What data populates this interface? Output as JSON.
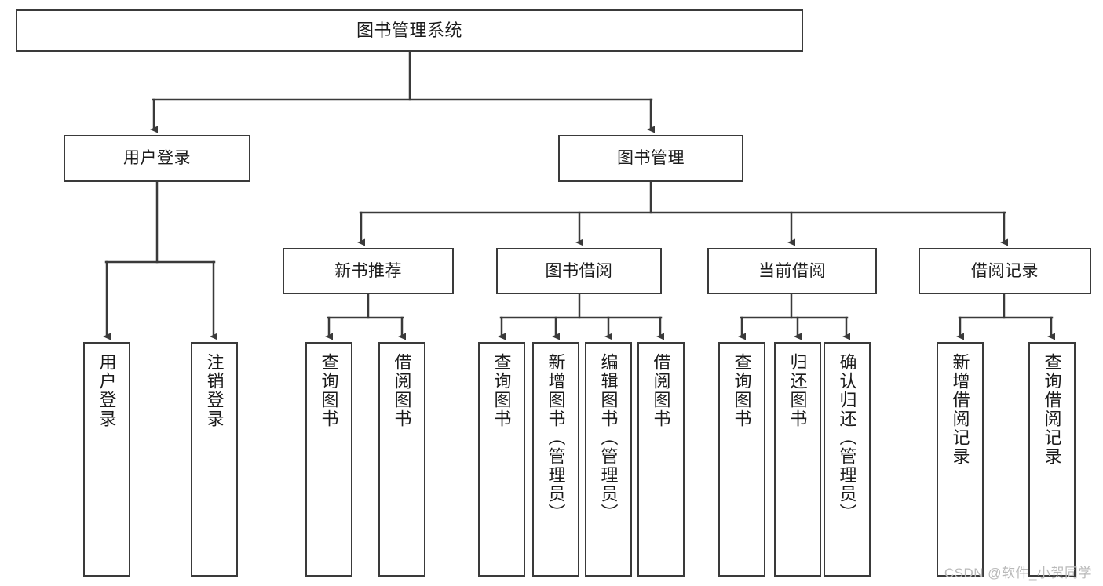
{
  "diagram": {
    "title": "图书管理系统",
    "type": "hierarchy-tree",
    "colors": {
      "box_border": "#3a3a3a",
      "connector": "#3a3a3a",
      "background": "#ffffff",
      "watermark": "#b9b9b9"
    },
    "root": {
      "label": "图书管理系统",
      "orientation": "horizontal"
    },
    "level1": [
      {
        "label": "用户登录",
        "orientation": "horizontal"
      },
      {
        "label": "图书管理",
        "orientation": "horizontal"
      }
    ],
    "level2": [
      {
        "label": "新书推荐",
        "orientation": "horizontal"
      },
      {
        "label": "图书借阅",
        "orientation": "horizontal"
      },
      {
        "label": "当前借阅",
        "orientation": "horizontal"
      },
      {
        "label": "借阅记录",
        "orientation": "horizontal"
      }
    ],
    "leaves": {
      "user_login": [
        {
          "label": "用户登录",
          "orientation": "vertical"
        },
        {
          "label": "注销登录",
          "orientation": "vertical"
        }
      ],
      "new_book_recommend": [
        {
          "label": "查询图书",
          "orientation": "vertical"
        },
        {
          "label": "借阅图书",
          "orientation": "vertical"
        }
      ],
      "book_borrow": [
        {
          "label": "查询图书",
          "orientation": "vertical"
        },
        {
          "label": "新增图书（管理员）",
          "orientation": "vertical"
        },
        {
          "label": "编辑图书（管理员）",
          "orientation": "vertical"
        },
        {
          "label": "借阅图书",
          "orientation": "vertical"
        }
      ],
      "current_borrow": [
        {
          "label": "查询图书",
          "orientation": "vertical"
        },
        {
          "label": "归还图书",
          "orientation": "vertical"
        },
        {
          "label": "确认归还（管理员）",
          "orientation": "vertical"
        }
      ],
      "borrow_record": [
        {
          "label": "新增借阅记录",
          "orientation": "vertical"
        },
        {
          "label": "查询借阅记录",
          "orientation": "vertical"
        }
      ]
    }
  },
  "watermark": {
    "text": "CSDN @软件_小贺同学"
  }
}
